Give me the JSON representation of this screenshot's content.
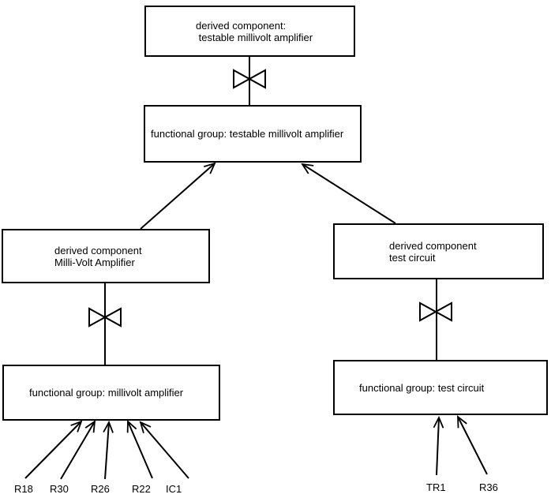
{
  "nodes": {
    "derived_testable_mv_amplifier": {
      "line1": "derived component:",
      "line2": " testable millivolt amplifier"
    },
    "fg_testable_mv_amplifier": {
      "label": "functional group: testable millivolt amplifier"
    },
    "derived_mv_amplifier": {
      "line1": "derived component",
      "line2": "Milli-Volt Amplifier"
    },
    "derived_test_circuit": {
      "line1": "derived component",
      "line2": "test circuit"
    },
    "fg_mv_amplifier": {
      "label": "functional group: millivolt amplifier"
    },
    "fg_test_circuit": {
      "label": "functional group: test circuit"
    }
  },
  "components": {
    "millivolt_amplifier": [
      "R18",
      "R30",
      "R26",
      "R22",
      "IC1"
    ],
    "test_circuit": [
      "TR1",
      "R36"
    ]
  },
  "icons": {
    "bowtie": "bowtie-icon"
  },
  "colors": {
    "line": "#000000",
    "background": "#ffffff"
  }
}
